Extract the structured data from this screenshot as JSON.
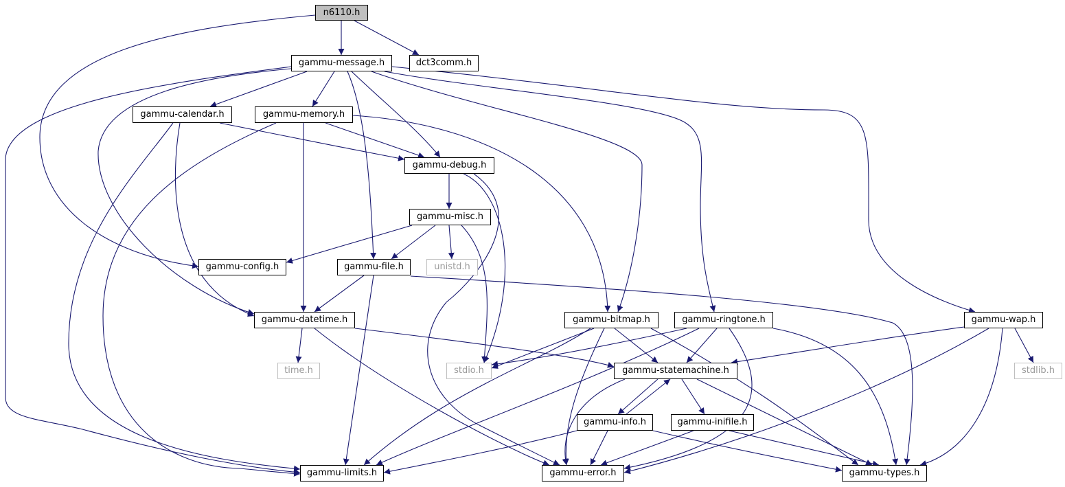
{
  "diagram": {
    "edge_color": "#191970",
    "root_fill": "#bfbfbf",
    "external_border": "#bfbfbf",
    "nodes": {
      "n6110": {
        "label": "n6110.h",
        "kind": "root"
      },
      "dct3comm": {
        "label": "dct3comm.h",
        "kind": "link"
      },
      "message": {
        "label": "gammu-message.h",
        "kind": "link"
      },
      "calendar": {
        "label": "gammu-calendar.h",
        "kind": "link"
      },
      "memory": {
        "label": "gammu-memory.h",
        "kind": "link"
      },
      "debug": {
        "label": "gammu-debug.h",
        "kind": "link"
      },
      "misc": {
        "label": "gammu-misc.h",
        "kind": "link"
      },
      "config": {
        "label": "gammu-config.h",
        "kind": "link"
      },
      "unistd": {
        "label": "unistd.h",
        "kind": "external"
      },
      "file": {
        "label": "gammu-file.h",
        "kind": "link"
      },
      "datetime": {
        "label": "gammu-datetime.h",
        "kind": "link"
      },
      "bitmap": {
        "label": "gammu-bitmap.h",
        "kind": "link"
      },
      "ringtone": {
        "label": "gammu-ringtone.h",
        "kind": "link"
      },
      "wap": {
        "label": "gammu-wap.h",
        "kind": "link"
      },
      "time": {
        "label": "time.h",
        "kind": "external"
      },
      "stdio": {
        "label": "stdio.h",
        "kind": "external"
      },
      "statemachine": {
        "label": "gammu-statemachine.h",
        "kind": "link"
      },
      "stdlib": {
        "label": "stdlib.h",
        "kind": "external"
      },
      "info": {
        "label": "gammu-info.h",
        "kind": "link"
      },
      "inifile": {
        "label": "gammu-inifile.h",
        "kind": "link"
      },
      "limits": {
        "label": "gammu-limits.h",
        "kind": "link"
      },
      "error": {
        "label": "gammu-error.h",
        "kind": "link"
      },
      "types": {
        "label": "gammu-types.h",
        "kind": "link"
      }
    }
  }
}
